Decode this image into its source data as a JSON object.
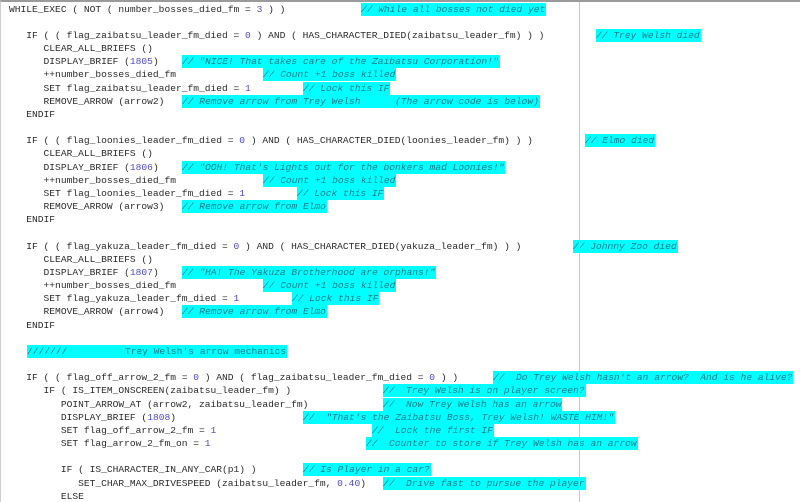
{
  "editor": {
    "highlight_color": "#00ffff",
    "comment_text_color": "#137a86",
    "number_color": "#4b4bc8",
    "lines": [
      {
        "code": "WHILE_EXEC ( NOT ( number_bosses_died_fm = 3 ) )",
        "comment": "// While all bosses not died yet"
      },
      {
        "code": "",
        "comment": ""
      },
      {
        "code": "   IF ( ( flag_zaibatsu_leader_fm_died = 0 ) AND ( HAS_CHARACTER_DIED(zaibatsu_leader_fm) ) )",
        "comment": "// Trey Welsh died"
      },
      {
        "code": "      CLEAR_ALL_BRIEFS ()",
        "comment": ""
      },
      {
        "code": "      DISPLAY_BRIEF (1805)",
        "comment": "// \"NICE! That takes care of the Zaibatsu Corporation!\""
      },
      {
        "code": "      ++number_bosses_died_fm",
        "comment": "// Count +1 boss killed"
      },
      {
        "code": "      SET flag_zaibatsu_leader_fm_died = 1",
        "comment": "// Lock this IF"
      },
      {
        "code": "      REMOVE_ARROW (arrow2)",
        "comment": "// Remove arrow from Trey Welsh      (The arrow code is below)"
      },
      {
        "code": "   ENDIF",
        "comment": ""
      },
      {
        "code": "",
        "comment": ""
      },
      {
        "code": "   IF ( ( flag_loonies_leader_fm_died = 0 ) AND ( HAS_CHARACTER_DIED(loonies_leader_fm) ) )",
        "comment": "// Elmo died"
      },
      {
        "code": "      CLEAR_ALL_BRIEFS ()",
        "comment": ""
      },
      {
        "code": "      DISPLAY_BRIEF (1806)",
        "comment": "// \"OOH! That's Lights out for the bonkers mad Loonies!\""
      },
      {
        "code": "      ++number_bosses_died_fm",
        "comment": "// Count +1 boss killed"
      },
      {
        "code": "      SET flag_loonies_leader_fm_died = 1",
        "comment": "// Lock this IF"
      },
      {
        "code": "      REMOVE_ARROW (arrow3)",
        "comment": "// Remove arrow from Elmo"
      },
      {
        "code": "   ENDIF",
        "comment": ""
      },
      {
        "code": "",
        "comment": ""
      },
      {
        "code": "   IF ( ( flag_yakuza_leader_fm_died = 0 ) AND ( HAS_CHARACTER_DIED(yakuza_leader_fm) ) )",
        "comment": "// Johnny Zoo died"
      },
      {
        "code": "      CLEAR_ALL_BRIEFS ()",
        "comment": ""
      },
      {
        "code": "      DISPLAY_BRIEF (1807)",
        "comment": "// \"HA! The Yakuza Brotherhood are orphans!\""
      },
      {
        "code": "      ++number_bosses_died_fm",
        "comment": "// Count +1 boss killed"
      },
      {
        "code": "      SET flag_yakuza_leader_fm_died = 1",
        "comment": "// Lock this IF"
      },
      {
        "code": "      REMOVE_ARROW (arrow4)",
        "comment": "// Remove arrow from Elmo"
      },
      {
        "code": "   ENDIF",
        "comment": ""
      },
      {
        "code": "",
        "comment": ""
      },
      {
        "code": "",
        "comment": "///////          Trey Welsh's arrow mechanics"
      },
      {
        "code": "",
        "comment": ""
      },
      {
        "code": "   IF ( ( flag_off_arrow_2_fm = 0 ) AND ( flag_zaibatsu_leader_fm_died = 0 ) )",
        "comment": "//  Do Trey Welsh hasn't an arrow?  And is he alive?"
      },
      {
        "code": "      IF ( IS_ITEM_ONSCREEN(zaibatsu_leader_fm) )",
        "comment": "//  Trey Welsh is on player screen?"
      },
      {
        "code": "         POINT_ARROW_AT (arrow2, zaibatsu_leader_fm)",
        "comment": "//  Now Trey Welsh has an arrow"
      },
      {
        "code": "         DISPLAY_BRIEF (1808)",
        "comment": "//  \"That's the Zaibatsu Boss, Trey Welsh! WASTE HIM!\""
      },
      {
        "code": "         SET flag_off_arrow_2_fm = 1",
        "comment": "//  Lock the first IF"
      },
      {
        "code": "         SET flag_arrow_2_fm_on = 1",
        "comment": "//  Counter to store if Trey Welsh has an arrow"
      },
      {
        "code": "",
        "comment": ""
      },
      {
        "code": "         IF ( IS_CHARACTER_IN_ANY_CAR(p1) )",
        "comment": "// Is Player in a car?"
      },
      {
        "code": "            SET_CHAR_MAX_DRIVESPEED (zaibatsu_leader_fm, 0.40)",
        "comment": "//  Drive fast to pursue the player"
      },
      {
        "code": "         ELSE",
        "comment": ""
      }
    ]
  }
}
